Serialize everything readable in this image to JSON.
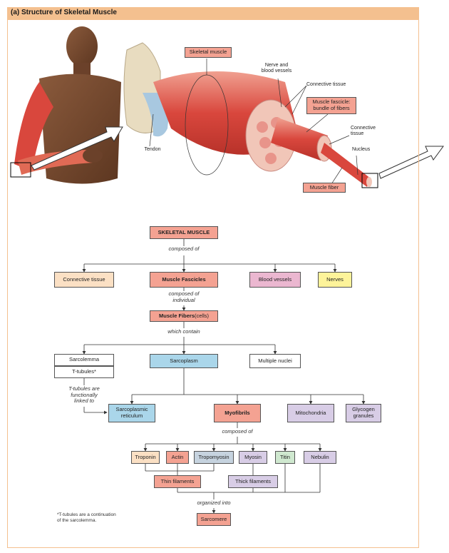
{
  "header": {
    "title": "(a) Structure of Skeletal Muscle"
  },
  "illustration": {
    "labels": {
      "skeletal_muscle": "Skeletal muscle",
      "nerve_vessels": "Nerve and\nblood vessels",
      "connective_tissue_1": "Connective tissue",
      "fascicle": "Muscle fascicle:\nbundle of fibers",
      "connective_tissue_2": "Connective\ntissue",
      "nucleus": "Nucleus",
      "tendon": "Tendon",
      "muscle_fiber": "Muscle fiber"
    }
  },
  "map": {
    "root": "SKELETAL MUSCLE",
    "composed_of_1": "composed of",
    "level1": {
      "connective": "Connective tissue",
      "fascicles": "Muscle Fascicles",
      "vessels": "Blood vessels",
      "nerves": "Nerves"
    },
    "composed_individual": "composed of\nindividual",
    "fibers_bold": "Muscle Fibers",
    "fibers_rest": " (cells)",
    "which_contain": "which contain",
    "level2": {
      "sarcolemma": "Sarcolemma",
      "ttubules": "T-tubules*",
      "sarcoplasm": "Sarcoplasm",
      "nuclei": "Multiple nuclei"
    },
    "ttubule_note": "T-tubules are\nfunctionally\nlinked to",
    "level3": {
      "sr": "Sarcoplasmic\nreticulum",
      "myofibrils": "Myofibrils",
      "mito": "Mitochondria",
      "glycogen": "Glycogen\ngranules"
    },
    "composed_of_2": "composed of",
    "proteins": {
      "troponin": "Troponin",
      "actin": "Actin",
      "tropomyosin": "Tropomyosin",
      "myosin": "Myosin",
      "titin": "Titin",
      "nebulin": "Nebulin"
    },
    "thin": "Thin filaments",
    "thick": "Thick filaments",
    "organized_into": "organized into",
    "sarcomere": "Sarcomere"
  },
  "footnote": "*T-tubules are a continuation\nof the sarcolemma.",
  "colors": {
    "header": "#f4c08f",
    "salmon": "#f4a292",
    "muscle": "#d9473d"
  }
}
